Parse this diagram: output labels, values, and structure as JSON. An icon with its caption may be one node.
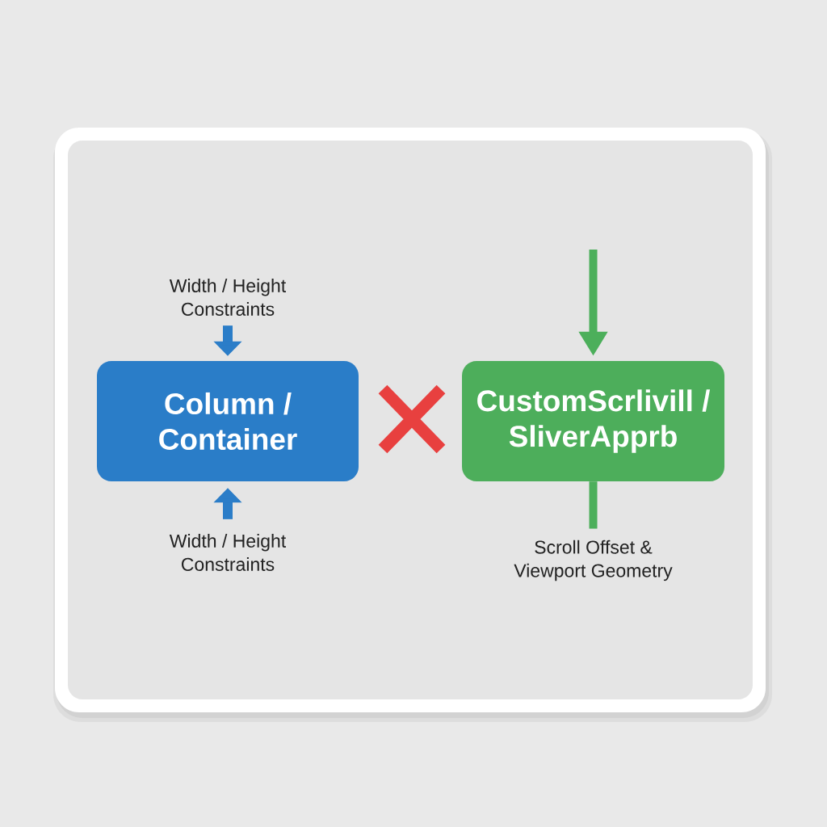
{
  "diagram": {
    "nodes": [
      {
        "text": [
          "Width / Height Constraints"
        ]
      },
      {
        "text": [
          "Column / Container"
        ]
      },
      {
        "text": [
          "Width / Height Constraints"
        ]
      },
      {
        "text": [
          "CustomScrlivill / SliverApprb"
        ]
      },
      {
        "text": [
          "Scroll Offset & Viewport Geometry"
        ]
      }
    ],
    "edges": [
      {
        "from": 0,
        "to": 1,
        "arrow": "to",
        "color": "#2b7dc8"
      },
      {
        "from": 2,
        "to": 1,
        "arrow": "to",
        "color": "#2b7dc8"
      },
      {
        "from": null,
        "to": 3,
        "arrow": "to",
        "color": "#4caf5b"
      },
      {
        "from": 3,
        "to": 4,
        "arrow": "none",
        "color": "#4caf5b"
      }
    ]
  }
}
